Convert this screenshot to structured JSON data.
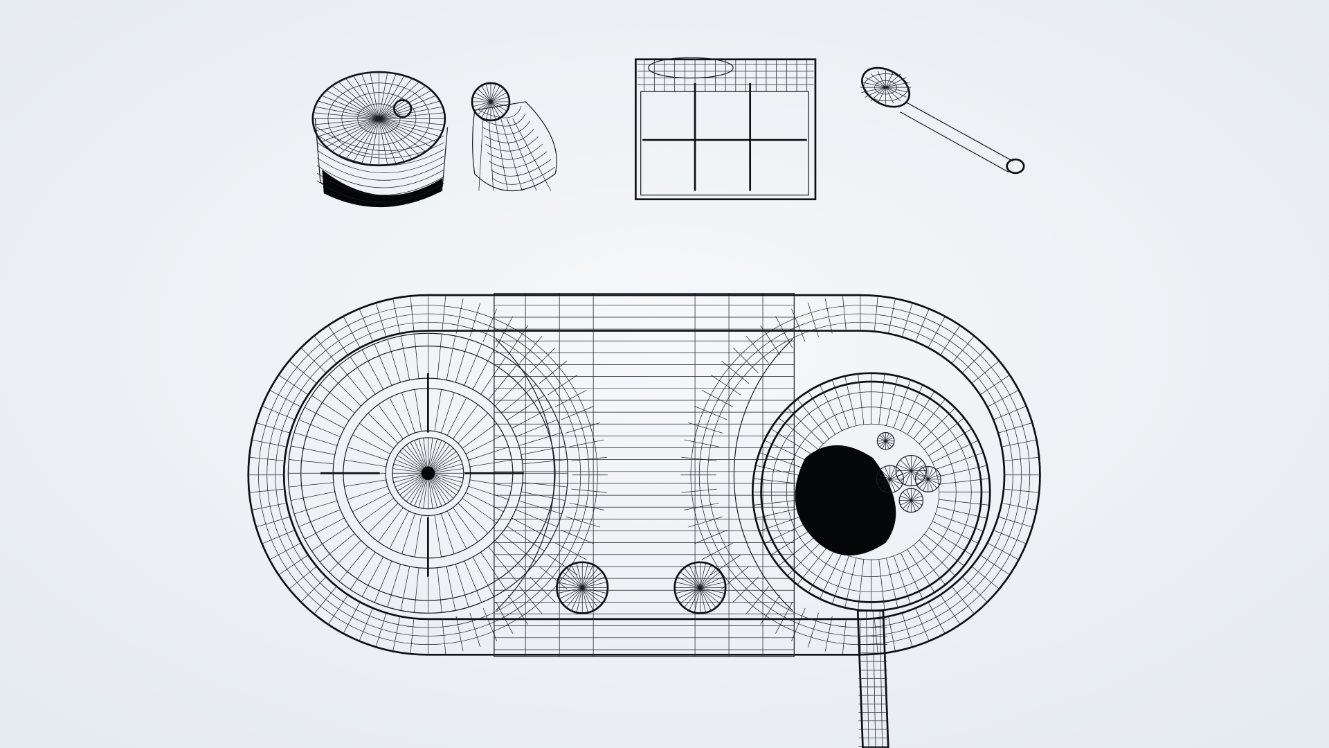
{
  "scene": {
    "objects": [
      "jar",
      "bottle",
      "tray",
      "spoon",
      "stove",
      "burner",
      "knob",
      "knob",
      "pan"
    ],
    "colors": {
      "background": "#eef2f5",
      "wire": "#1a1d22",
      "solid": "#050608"
    }
  }
}
